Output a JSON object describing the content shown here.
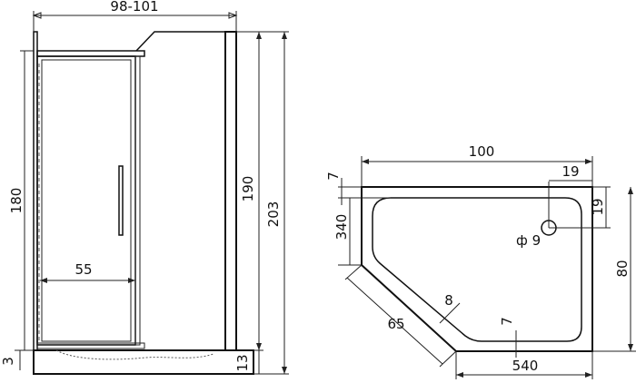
{
  "front_view": {
    "width_label": "98-101",
    "height_180_label": "180",
    "door_width_label": "55",
    "height_190_label": "190",
    "height_203_label": "203",
    "base_offset_label": "3",
    "tray_height_label": "13"
  },
  "top_view": {
    "width_label": "100",
    "depth_label": "80",
    "drain_x_label": "19",
    "drain_y_label": "19",
    "drain_diameter_label": "ф 9",
    "top_rim_label": "7",
    "left_straight_label": "340",
    "diagonal_label": "65",
    "diagonal_rim_label": "8",
    "bottom_rim_label": "7",
    "bottom_straight_label": "540"
  }
}
